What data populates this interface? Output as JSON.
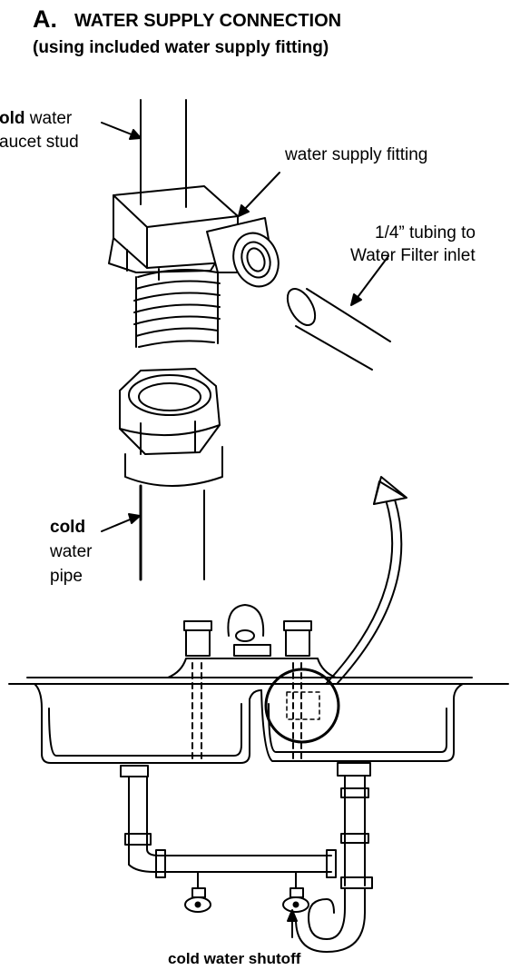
{
  "title": {
    "letter": "A.",
    "text": "WATER SUPPLY CONNECTION"
  },
  "subtitle": "(using included water supply fitting)",
  "labels": {
    "faucet_stud": {
      "bold": "old",
      "rest": "water",
      "line2": "aucet stud"
    },
    "fitting": "water supply fitting",
    "tubing": {
      "line1": "1/4”  tubing to",
      "line2": "Water Filter inlet"
    },
    "pipe": {
      "bold": "cold",
      "line2": "water",
      "line3": "pipe"
    },
    "shutoff": "cold water shutoff"
  }
}
